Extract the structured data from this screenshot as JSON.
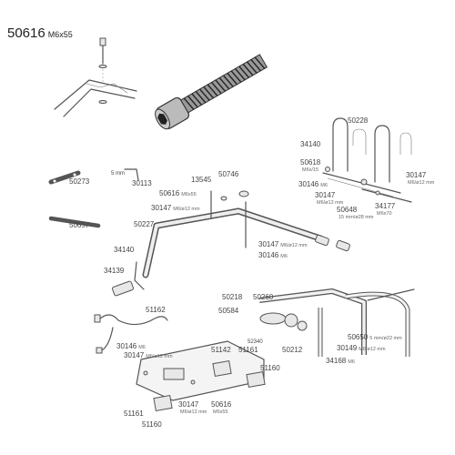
{
  "hero": {
    "part": "50616",
    "size": "M6x55"
  },
  "labels": {
    "p50228": "50228",
    "p34140a": "34140",
    "p50618": "50618",
    "p50618s": "M6x/15",
    "p30146a": "30146",
    "p30146as": "M6",
    "p30147a": "30147",
    "p30147as": "M6/ø12 mm",
    "p50648": "50648",
    "p50648s": "15 mm/ø28 mm",
    "p34177": "34177",
    "p34177s": "M6x70",
    "p30147b": "30147",
    "p30147bs": "M6/ø12 mm",
    "p50273": "50273",
    "p5mm": "5 mm",
    "p30113": "30113",
    "p13545": "13545",
    "p50746": "50746",
    "p50616b": "50616",
    "p50616bs": "M6x55",
    "p30147c": "30147",
    "p30147cs": "M6/ø12 mm",
    "p50657": "50657",
    "p50227": "50227",
    "p30147d": "30147",
    "p30147ds": "M6/ø12 mm",
    "p30146b": "30146",
    "p30146bs": "M6",
    "p34140b": "34140",
    "p34139": "34139",
    "p50218": "50218",
    "p50260": "50260",
    "p50584": "50584",
    "p51162": "51162",
    "p52340": "52340",
    "p50212": "50212",
    "p50650": "50650",
    "p50650s": "5 mm/ø22 mm",
    "p30149": "30149",
    "p30149s": "M6/ø12 mm",
    "p34168": "34168",
    "p34168s": "M6",
    "p30146c": "30146",
    "p30146cs": "M6",
    "p30147e": "30147",
    "p30147es": "M6/ø12 mm",
    "p51142": "51142",
    "p51161a": "51161",
    "p51160a": "51160",
    "p30147f": "30147",
    "p30147fs": "M6/ø12 mm",
    "p50616c": "50616",
    "p50616cs": "M6x55",
    "p51161b": "51161",
    "p51160b": "51160"
  }
}
